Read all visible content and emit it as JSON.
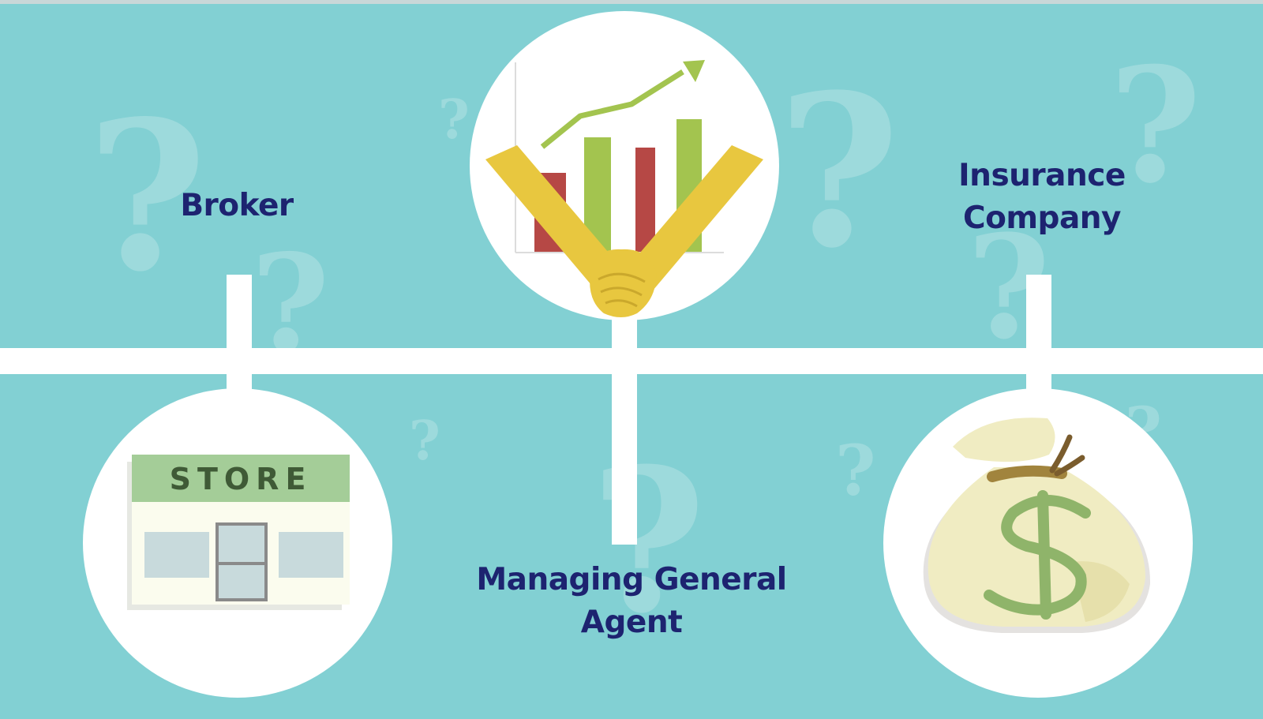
{
  "colors": {
    "background": "#82d0d3",
    "line": "#ffffff",
    "label_text": "#1d2370",
    "chart_green": "#a3c44f",
    "chart_red": "#b64845",
    "handshake_yellow": "#e8c73f",
    "store_awning": "#a4cd98",
    "money_bag": "#f0ecc2",
    "dollar_green": "#8fb46a"
  },
  "icons": {
    "center": "handshake-growth-chart-icon",
    "left": "store-icon",
    "right": "money-bag-icon",
    "decoration": "question-mark-icon"
  },
  "broker": {
    "label": "Broker"
  },
  "managing_general_agent": {
    "label_line1": "Managing General",
    "label_line2": "Agent"
  },
  "insurance_company": {
    "label_line1": "Insurance",
    "label_line2": "Company"
  },
  "store_sign": "STORE",
  "decoration_glyph": "?"
}
